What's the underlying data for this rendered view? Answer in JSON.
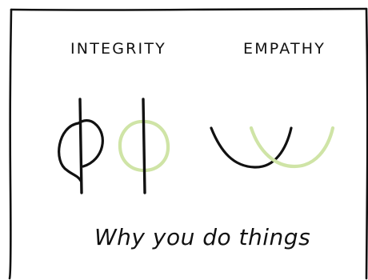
{
  "labels": {
    "integrity": "INTEGRITY",
    "empathy": "EMPATHY"
  },
  "caption": "Why you do things",
  "colors": {
    "ink": "#111111",
    "accent": "#cfe4a6",
    "background": "#ffffff"
  }
}
